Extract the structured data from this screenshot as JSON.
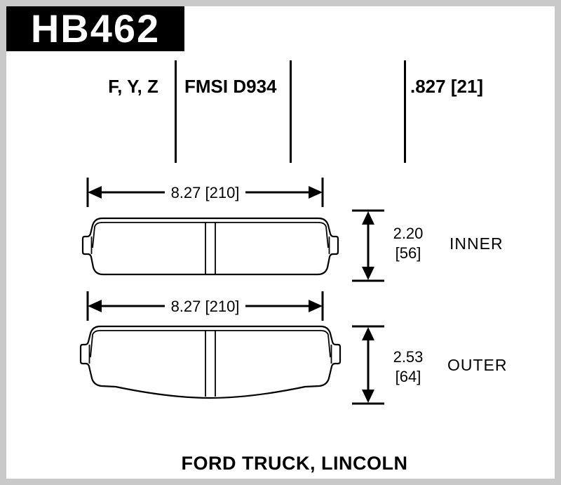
{
  "colors": {
    "ink": "#000000",
    "paper": "#ffffff",
    "frame": "#c9c9c9",
    "part_box_bg": "#000000",
    "part_box_text": "#ffffff"
  },
  "header": {
    "part_number": "HB462",
    "compounds": "F, Y, Z",
    "fmsi": "FMSI D934",
    "thickness": ".827 [21]"
  },
  "pads": [
    {
      "label": "INNER",
      "width_dim": "8.27 [210]",
      "height_in": "2.20",
      "height_mm": "[56]"
    },
    {
      "label": "OUTER",
      "width_dim": "8.27 [210]",
      "height_in": "2.53",
      "height_mm": "[64]"
    }
  ],
  "footer": {
    "application": "FORD TRUCK, LINCOLN"
  }
}
